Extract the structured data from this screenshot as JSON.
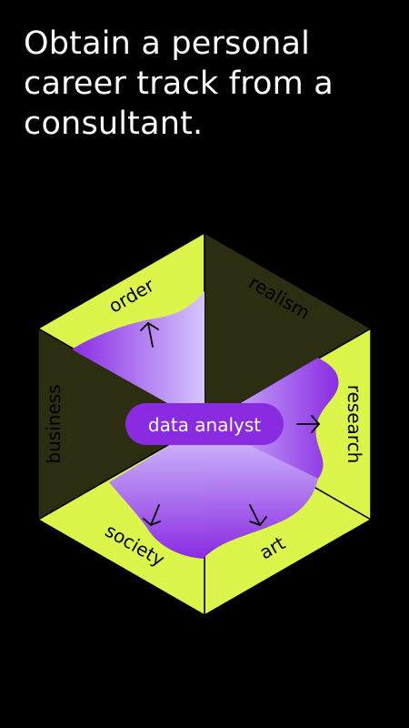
{
  "headline": "Obtain a personal career track from a consultant.",
  "center_label": "data analyst",
  "segments": {
    "order": "order",
    "realism": "realism",
    "research": "research",
    "art": "art",
    "society": "society",
    "business": "business"
  },
  "colors": {
    "background": "#000000",
    "lime": "#dbf54a",
    "olive": "#2b2e10",
    "purple": "#8a2be2",
    "lavender": "#c9b5ff",
    "text_dark": "#000000",
    "text_light": "#ffffff"
  },
  "icons": [
    "arrow-up-icon",
    "arrow-right-icon",
    "arrow-down-icon",
    "arrow-down-icon"
  ]
}
